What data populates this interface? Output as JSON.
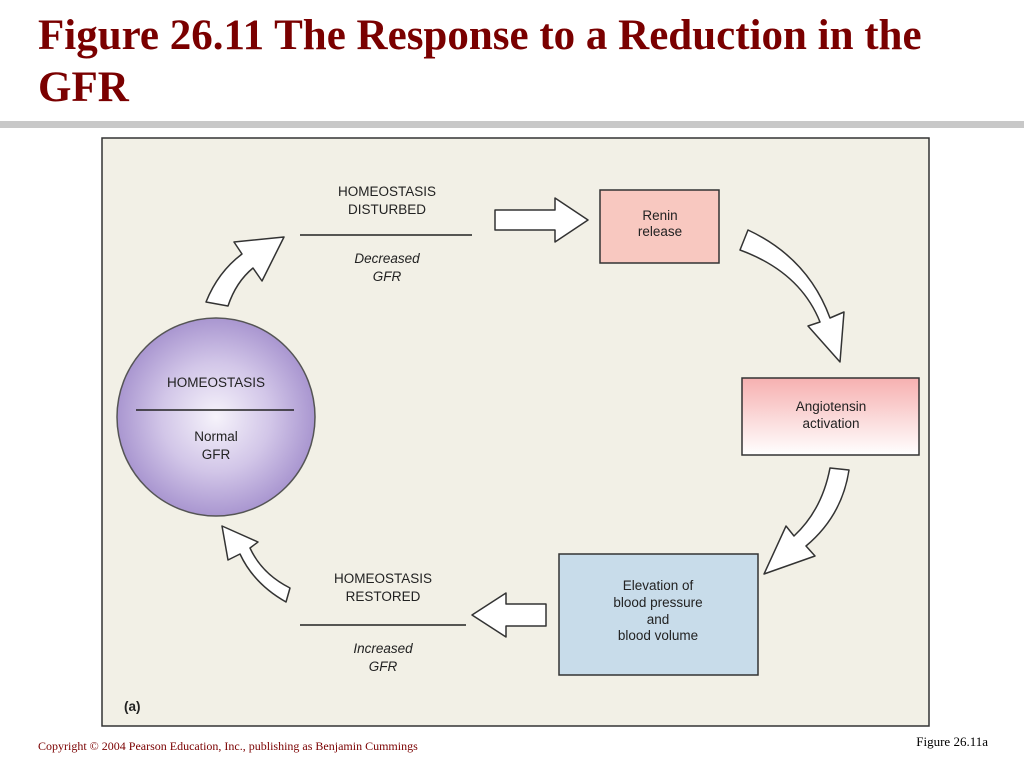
{
  "title": "Figure 26.11  The Response to a Reduction in the GFR",
  "diagram": {
    "panel_label": "(a)",
    "homeostasis": {
      "heading": "HOMEOSTASIS",
      "state_line1": "Normal",
      "state_line2": "GFR"
    },
    "disturbed": {
      "line1": "HOMEOSTASIS",
      "line2": "DISTURBED",
      "cause_line1": "Decreased",
      "cause_line2": "GFR"
    },
    "renin": {
      "line1": "Renin",
      "line2": "release"
    },
    "angiotensin": {
      "line1": "Angiotensin",
      "line2": "activation"
    },
    "elevation": {
      "line1": "Elevation of",
      "line2": "blood pressure",
      "line3": "and",
      "line4": "blood volume"
    },
    "restored": {
      "line1": "HOMEOSTASIS",
      "line2": "RESTORED",
      "cause_line1": "Increased",
      "cause_line2": "GFR"
    }
  },
  "footer": {
    "copyright": "Copyright © 2004 Pearson Education, Inc., publishing as Benjamin Cummings",
    "figure_ref": "Figure 26.11a"
  },
  "colors": {
    "title": "#7a0000",
    "panel_background": "#f2f0e6",
    "renin_box": "#f8c8c0",
    "angiotensin_top": "#f6b4b4",
    "elevation_box": "#c8dcea",
    "homeostasis_circle": "#b8a6d8"
  }
}
